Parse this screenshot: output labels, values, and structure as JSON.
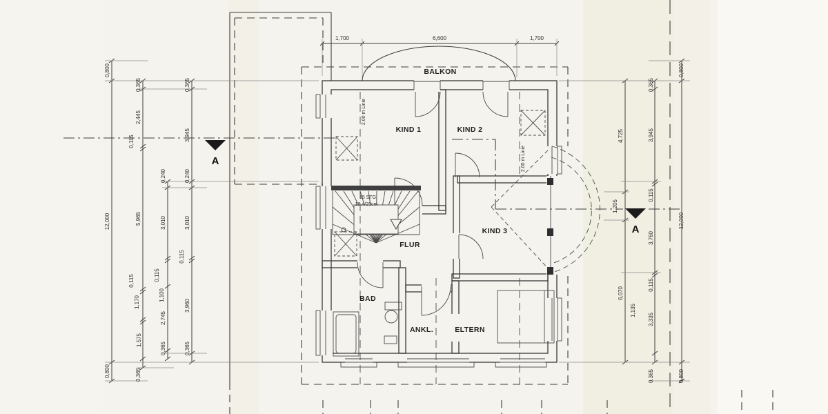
{
  "colors": {
    "paper": "#f5f3ed",
    "line": "#3d3d3d",
    "text": "#2e2e2e",
    "marker": "#1b1b1b"
  },
  "rooms": {
    "balkon": "BALKON",
    "kind1": "KIND 1",
    "kind2": "KIND 2",
    "kind3": "KIND 3",
    "flur": "FLUR",
    "bad": "BAD",
    "ankl": "ANKL.",
    "eltern": "ELTERN"
  },
  "stairs": {
    "steps": "15 STG",
    "tread": "18,4/25cm"
  },
  "annotations": {
    "linie_left": "2.00 m Linie",
    "linie_right": "2.00 m Linie",
    "section_left": "A",
    "section_right": "A"
  },
  "dims": {
    "top": [
      "1,700",
      "6,600",
      "1,700"
    ],
    "l1": [
      "0,800",
      "12,000",
      "0,800"
    ],
    "l2": [
      "0,365",
      "2,445",
      "0,115",
      "5,965",
      "0,115",
      "1,170",
      "1,575",
      "0,365"
    ],
    "l3": [
      "0,240",
      "3,010",
      "0,115",
      "1,100",
      "2,745",
      "0,365"
    ],
    "l4": [
      "0,365",
      "3,945",
      "0,240",
      "3,010",
      "0,115",
      "3,960",
      "0,365"
    ],
    "r1": [
      "4,725",
      "1,205",
      "6,070",
      "1,135"
    ],
    "r2": [
      "0,365",
      "3,945",
      "0,115",
      "3,760",
      "0,115",
      "3,335",
      "0,365"
    ],
    "r3": [
      "0,800",
      "12,000",
      "0,800"
    ]
  }
}
